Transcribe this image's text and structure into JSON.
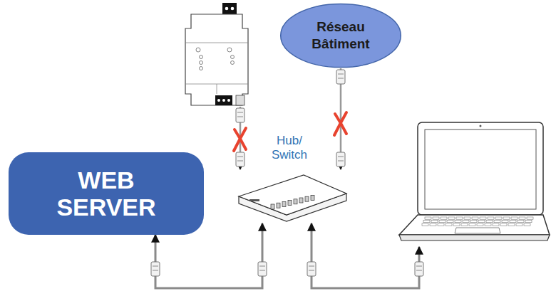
{
  "diagram": {
    "nodes": [
      {
        "text": [
          "Réseau Bâtiment"
        ]
      },
      {
        "text": [
          "WEB SERVER"
        ]
      },
      {
        "text": [
          "Hub/ Switch"
        ]
      }
    ],
    "edges": [
      {
        "from": 0,
        "to": 2,
        "arrow": "to"
      },
      {
        "from": 1,
        "to": 2,
        "arrow": "both"
      }
    ]
  }
}
